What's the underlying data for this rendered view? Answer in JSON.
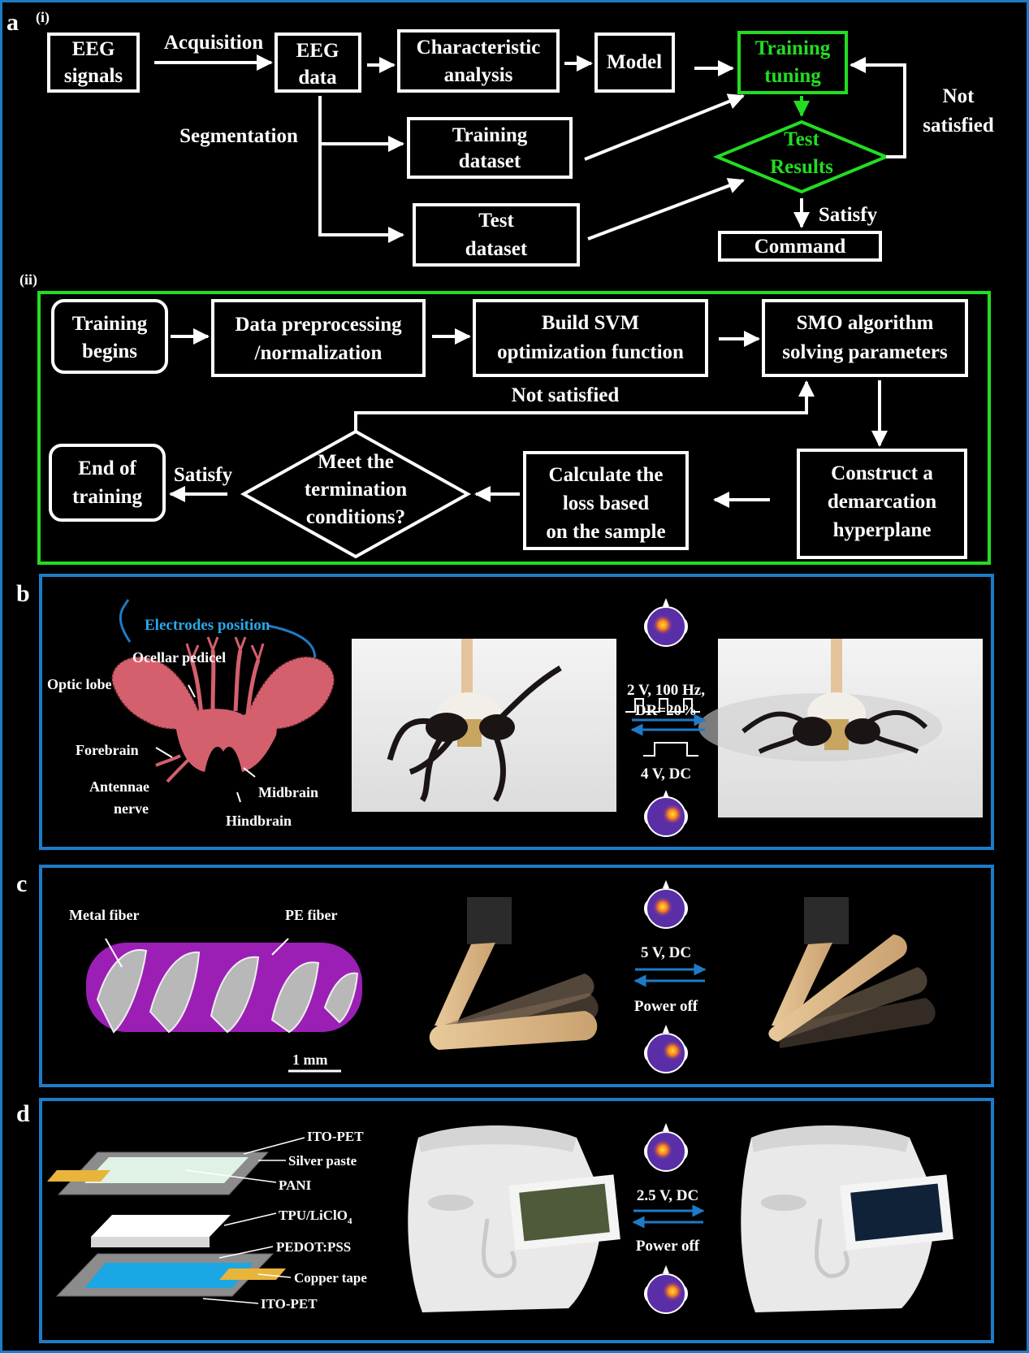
{
  "panel_labels": {
    "a": "a",
    "a_i": "(i)",
    "a_ii": "(ii)",
    "b": "b",
    "c": "c",
    "d": "d"
  },
  "flow_i": {
    "eeg_signals": [
      "EEG",
      "signals"
    ],
    "acquisition": "Acquisition",
    "eeg_data": [
      "EEG",
      "data"
    ],
    "characteristic_analysis": [
      "Characteristic",
      "analysis"
    ],
    "model": "Model",
    "training_tuning": [
      "Training",
      "tuning"
    ],
    "segmentation": "Segmentation",
    "training_dataset": [
      "Training",
      "dataset"
    ],
    "test_dataset": [
      "Test",
      "dataset"
    ],
    "test_results": [
      "Test",
      "Results"
    ],
    "not_satisfied": [
      "Not",
      "satisfied"
    ],
    "satisfy": "Satisfy",
    "command": "Command"
  },
  "flow_ii": {
    "training_begins": [
      "Training",
      "begins"
    ],
    "data_preprocessing": [
      "Data preprocessing",
      "/normalization"
    ],
    "build_svm": [
      "Build SVM",
      "optimization function"
    ],
    "smo": [
      "SMO algorithm",
      "solving parameters"
    ],
    "not_satisfied": "Not satisfied",
    "end_of_training": [
      "End of",
      "training"
    ],
    "satisfy": "Satisfy",
    "termination": [
      "Meet the",
      "termination",
      "conditions?"
    ],
    "calculate_loss": [
      "Calculate the",
      "loss based",
      "on the sample"
    ],
    "hyperplane": [
      "Construct a",
      "demarcation",
      "hyperplane"
    ]
  },
  "panel_b": {
    "electrodes_position": "Electrodes position",
    "ocellar_pedicel": "Ocellar pedicel",
    "optic_lobe": "Optic lobe",
    "forebrain": "Forebrain",
    "antennae_nerve": [
      "Antennae",
      "nerve"
    ],
    "midbrain": "Midbrain",
    "hindbrain": "Hindbrain",
    "signal_top": [
      "2 V, 100 Hz,",
      "DR=20%"
    ],
    "signal_bottom": "4 V, DC"
  },
  "panel_c": {
    "metal_fiber": "Metal fiber",
    "pe_fiber": "PE fiber",
    "scale_bar": "1 mm",
    "signal_top": "5 V, DC",
    "signal_bottom": "Power off"
  },
  "panel_d": {
    "layers": [
      "ITO-PET",
      "Silver paste",
      "PANI",
      "TPU/LiClO",
      "PEDOT:PSS",
      "Copper tape",
      "ITO-PET"
    ],
    "tpu_subscript": "4",
    "signal_top": "2.5 V, DC",
    "signal_bottom": "Power off"
  },
  "colors": {
    "green": "#22dd22",
    "blue": "#1e7bc8",
    "label_blue": "#2ba8e8",
    "brain_pink": "#d4606e",
    "fiber_purple": "#9b1fb5",
    "head_purple": "#5a2ea6"
  }
}
